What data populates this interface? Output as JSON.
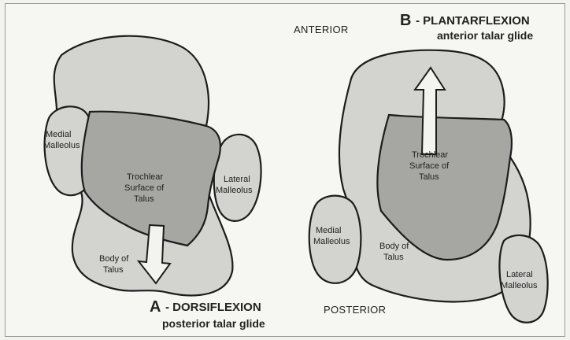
{
  "panel_a": {
    "letter": "A",
    "title": "- DORSIFLEXION",
    "subtitle": "posterior talar glide",
    "labels": {
      "medial_1": "Medial",
      "medial_2": "Malleolus",
      "lateral_1": "Lateral",
      "lateral_2": "Malleolus",
      "troch_1": "Trochlear",
      "troch_2": "Surface of",
      "troch_3": "Talus",
      "body_1": "Body of",
      "body_2": "Talus"
    }
  },
  "panel_b": {
    "letter": "B",
    "title": "- PLANTARFLEXION",
    "subtitle": "anterior talar glide",
    "labels": {
      "medial_1": "Medial",
      "medial_2": "Malleolus",
      "lateral_1": "Lateral",
      "lateral_2": "Malleolus",
      "troch_1": "Trochlear",
      "troch_2": "Surface of",
      "troch_3": "Talus",
      "body_1": "Body of",
      "body_2": "Talus"
    }
  },
  "orientation": {
    "anterior": "ANTERIOR",
    "posterior": "POSTERIOR"
  },
  "colors": {
    "light_bone": "#d3d3d0",
    "trochlear": "#a6a6a3",
    "outline": "#1c1c1c",
    "arrow_fill": "#f3f3ef"
  }
}
